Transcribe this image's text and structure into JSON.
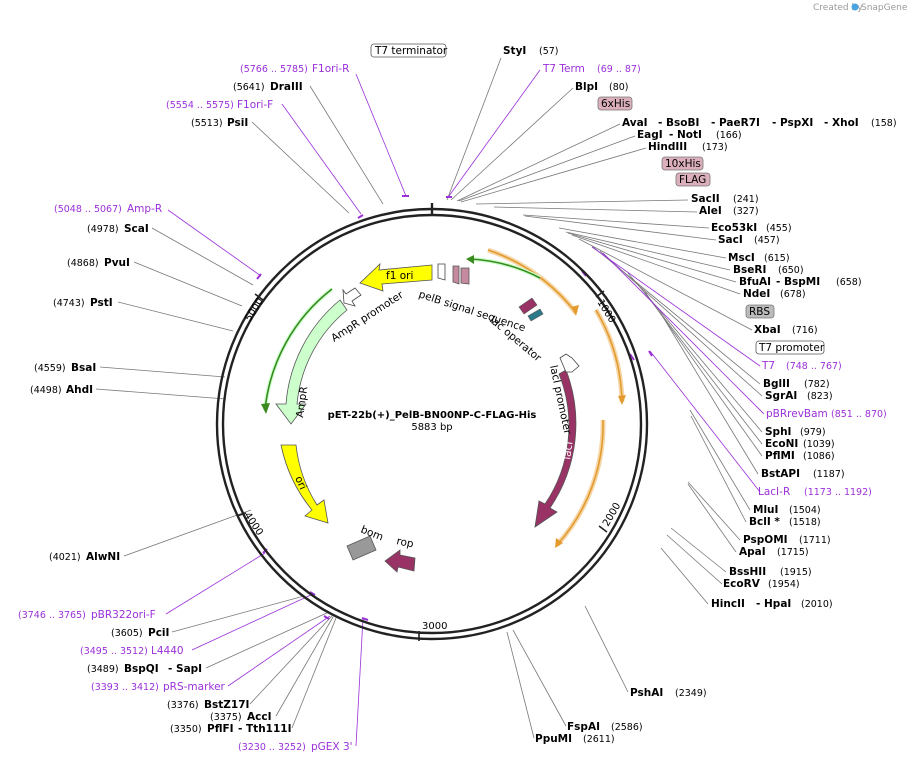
{
  "watermark": {
    "prefix": "Created by",
    "brand": "SnapGene"
  },
  "map": {
    "name": "pET-22b(+)_PelB-BN00NP-C-FLAG-His",
    "length": "5883 bp",
    "ticks": [
      "1000",
      "2000",
      "3000",
      "4000",
      "5000"
    ]
  },
  "features": {
    "f1_ori": "f1 ori",
    "ampr_promoter": "AmpR promoter",
    "ampr": "AmpR",
    "ori": "ori",
    "bom": "bom",
    "rop": "rop",
    "laci": "lacI",
    "laci_promoter": "lacI promoter",
    "lac_operator": "lac operator",
    "pelb": "pelB signal sequence"
  },
  "enzymes": [
    {
      "name": "StyI",
      "pos": "(57)"
    },
    {
      "name": "BlpI",
      "pos": "(80)"
    },
    {
      "name": "AvaI",
      "extra": [
        "- BsoBI",
        "- PaeR7I",
        "- PspXI",
        "- XhoI"
      ],
      "pos": "(158)"
    },
    {
      "name": "EagI",
      "extra": [
        "- NotI"
      ],
      "pos": "(166)"
    },
    {
      "name": "HindIII",
      "pos": "(173)"
    },
    {
      "name": "SacII",
      "pos": "(241)"
    },
    {
      "name": "AleI",
      "pos": "(327)"
    },
    {
      "name": "Eco53kI",
      "pos": "(455)"
    },
    {
      "name": "SacI",
      "pos": "(457)"
    },
    {
      "name": "MscI",
      "pos": "(615)"
    },
    {
      "name": "BseRI",
      "pos": "(650)"
    },
    {
      "name": "BfuAI",
      "extra": [
        "- BspMI"
      ],
      "pos": "(658)"
    },
    {
      "name": "NdeI",
      "pos": "(678)"
    },
    {
      "name": "XbaI",
      "pos": "(716)"
    },
    {
      "name": "BglII",
      "pos": "(782)"
    },
    {
      "name": "SgrAI",
      "pos": "(823)"
    },
    {
      "name": "SphI",
      "pos": "(979)"
    },
    {
      "name": "EcoNI",
      "pos": "(1039)"
    },
    {
      "name": "PflMI",
      "pos": "(1086)"
    },
    {
      "name": "BstAPI",
      "pos": "(1187)"
    },
    {
      "name": "MluI",
      "pos": "(1504)"
    },
    {
      "name": "BclI *",
      "pos": "(1518)"
    },
    {
      "name": "PspOMI",
      "pos": "(1711)"
    },
    {
      "name": "ApaI",
      "pos": "(1715)"
    },
    {
      "name": "BssHII",
      "pos": "(1915)"
    },
    {
      "name": "EcoRV",
      "pos": "(1954)"
    },
    {
      "name": "HincII",
      "extra": [
        "- HpaI"
      ],
      "pos": "(2010)"
    },
    {
      "name": "PshAI",
      "pos": "(2349)"
    },
    {
      "name": "FspAI",
      "pos": "(2586)"
    },
    {
      "name": "PpuMI",
      "pos": "(2611)"
    },
    {
      "name": "DraIII",
      "pos": "(5641)"
    },
    {
      "name": "PsiI",
      "pos": "(5513)"
    },
    {
      "name": "ScaI",
      "pos": "(4978)"
    },
    {
      "name": "PvuI",
      "pos": "(4868)"
    },
    {
      "name": "PstI",
      "pos": "(4743)"
    },
    {
      "name": "BsaI",
      "pos": "(4559)"
    },
    {
      "name": "AhdI",
      "pos": "(4498)"
    },
    {
      "name": "AlwNI",
      "pos": "(4021)"
    },
    {
      "name": "PciI",
      "pos": "(3605)"
    },
    {
      "name": "BspQI",
      "extra": [
        "- SapI"
      ],
      "pos": "(3489)"
    },
    {
      "name": "BstZ17I",
      "pos": "(3376)"
    },
    {
      "name": "AccI",
      "pos": "(3375)"
    },
    {
      "name": "PflFI",
      "extra": [
        "- Tth111I"
      ],
      "pos": "(3350)"
    }
  ],
  "primers": [
    {
      "name": "T7 Term",
      "range": "(69 .. 87)"
    },
    {
      "name": "T7",
      "range": "(748 .. 767)"
    },
    {
      "name": "pBRrevBam",
      "range": "(851 .. 870)"
    },
    {
      "name": "LacI-R",
      "range": "(1173 .. 1192)"
    },
    {
      "name": "F1ori-R",
      "range": "(5766 .. 5785)"
    },
    {
      "name": "F1ori-F",
      "range": "(5554 .. 5575)"
    },
    {
      "name": "Amp-R",
      "range": "(5048 .. 5067)"
    },
    {
      "name": "pBR322ori-F",
      "range": "(3746 .. 3765)"
    },
    {
      "name": "L4440",
      "range": "(3495 .. 3512)"
    },
    {
      "name": "pRS-marker",
      "range": "(3393 .. 3412)"
    },
    {
      "name": "pGEX 3'",
      "range": "(3230 .. 3252)"
    }
  ],
  "tags": {
    "t7_terminator": "T7 terminator",
    "his6": "6xHis",
    "his10": "10xHis",
    "flag": "FLAG",
    "rbs": "RBS",
    "t7_promoter": "T7 promoter"
  },
  "colors": {
    "backbone": "#222222",
    "primer": "#9b30d9",
    "ori": "#ffff00",
    "ampr": "#ccffcc",
    "laci": "#993366",
    "bom": "#999999",
    "orange": "#f5a623",
    "tag": "#dbb0bc"
  }
}
